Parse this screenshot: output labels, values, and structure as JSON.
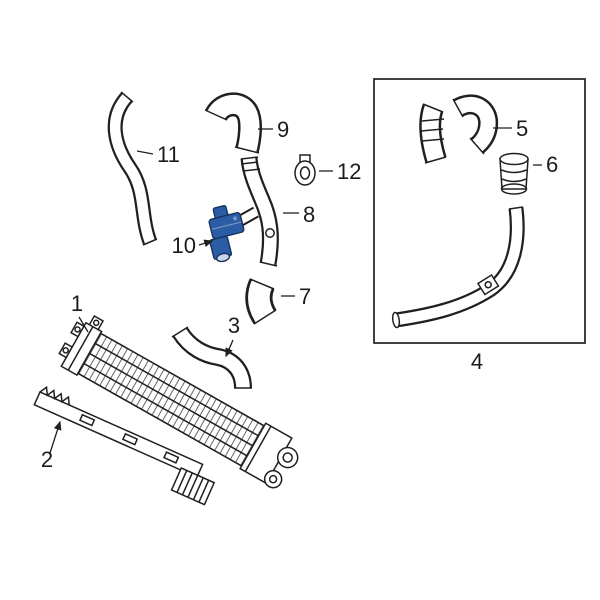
{
  "page": {
    "background": "#ffffff"
  },
  "colors": {
    "outline": "#231f20",
    "highlight": "#2b5ca6",
    "highlight_dark": "#14335e",
    "highlight_light": "#c9d6ea"
  },
  "callouts": {
    "c1": "1",
    "c2": "2",
    "c3": "3",
    "c4": "4",
    "c5": "5",
    "c6": "6",
    "c7": "7",
    "c8": "8",
    "c9": "9",
    "c10": "10",
    "c11": "11",
    "c12": "12"
  }
}
